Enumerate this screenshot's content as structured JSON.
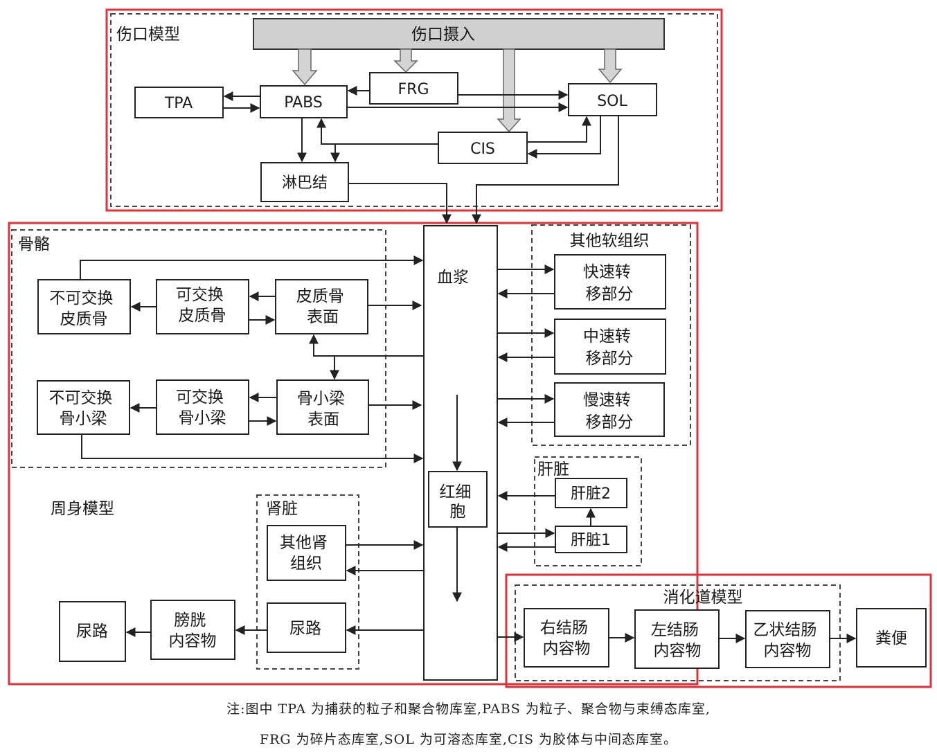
{
  "groups": {
    "wound": "伤口模型",
    "systemic": "周身模型",
    "bone": "骨骼",
    "soft": "其他软组织",
    "liver": "肝脏",
    "kidney": "肾脏",
    "gi": "消化道模型"
  },
  "nodes": {
    "intake": "伤口摄入",
    "tpa": "TPA",
    "pabs": "PABS",
    "frg": "FRG",
    "sol": "SOL",
    "cis": "CIS",
    "lymph": "淋巴结",
    "plasma": "血浆",
    "rbc": [
      "红细",
      "胞"
    ],
    "nonexch_cortical": [
      "不可交换",
      "皮质骨"
    ],
    "exch_cortical": [
      "可交换",
      "皮质骨"
    ],
    "cortical_surface": [
      "皮质骨",
      "表面"
    ],
    "nonexch_trab": [
      "不可交换",
      "骨小梁"
    ],
    "exch_trab": [
      "可交换",
      "骨小梁"
    ],
    "trab_surface": [
      "骨小梁",
      "表面"
    ],
    "fast": [
      "快速转",
      "移部分"
    ],
    "medium": [
      "中速转",
      "移部分"
    ],
    "slow": [
      "慢速转",
      "移部分"
    ],
    "liver2": "肝脏2",
    "liver1": "肝脏1",
    "other_kidney": [
      "其他肾",
      "组织"
    ],
    "urinary_path": "尿路",
    "urine": "尿路",
    "bladder": [
      "膀胱",
      "内容物"
    ],
    "right_colon": [
      "右结肠",
      "内容物"
    ],
    "left_colon": [
      "左结肠",
      "内容物"
    ],
    "sigmoid": [
      "乙状结肠",
      "内容物"
    ],
    "feces": "粪便"
  },
  "note": {
    "line1": "注:图中 TPA 为捕获的粒子和聚合物库室,PABS 为粒子、聚合物与束缚态库室,",
    "line2": "FRG 为碎片态库室,SOL 为可溶态库室,CIS 为胶体与中间态库室。"
  }
}
